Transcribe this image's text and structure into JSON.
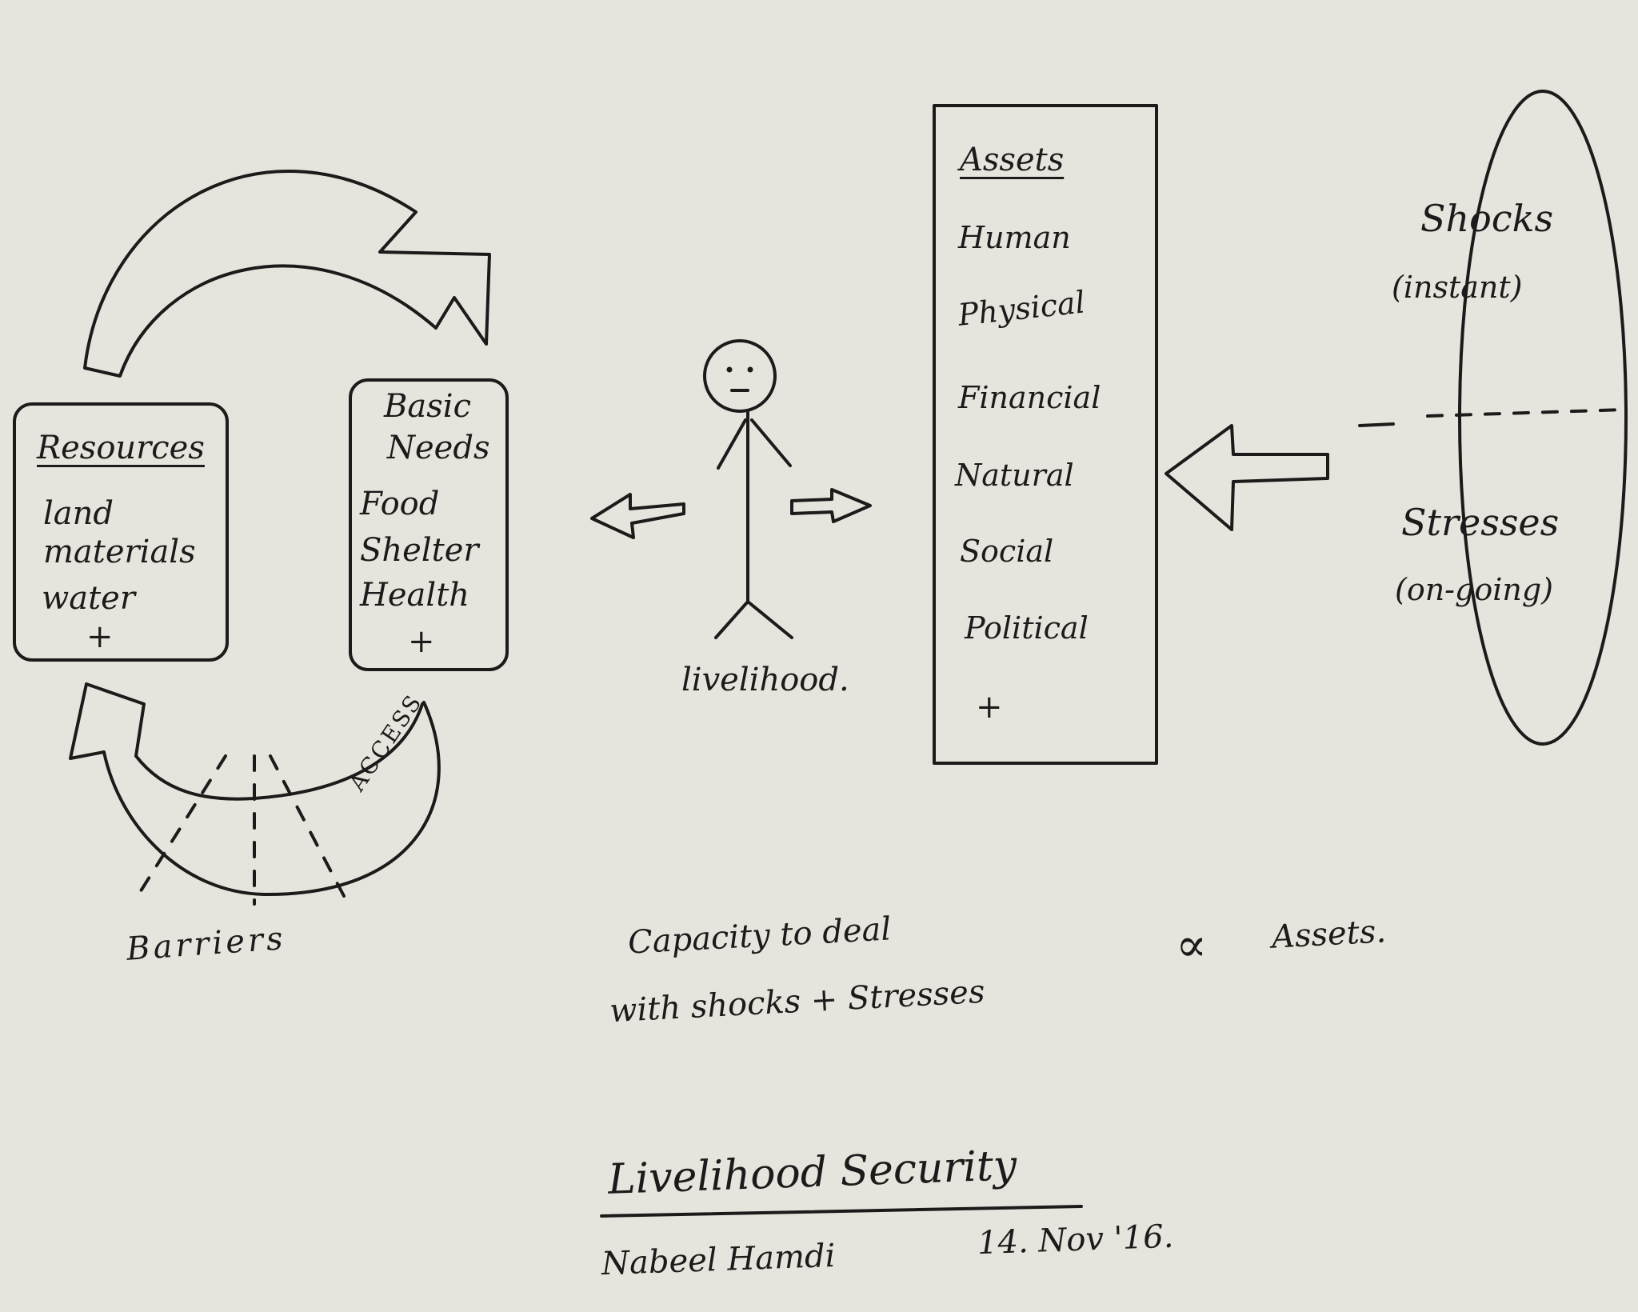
{
  "cycle": {
    "resources": {
      "title": "Resources",
      "items": [
        "land",
        "materials",
        "water"
      ],
      "plus": "+"
    },
    "basic_needs": {
      "title_line1": "Basic",
      "title_line2": "Needs",
      "items": [
        "Food",
        "Shelter",
        "Health"
      ],
      "plus": "+"
    },
    "access_label": "ACCESS",
    "barriers_label": "Barriers"
  },
  "person": {
    "label": "livelihood."
  },
  "assets": {
    "title": "Assets",
    "items": [
      "Human",
      "Physical",
      "Financial",
      "Natural",
      "Social",
      "Political"
    ],
    "plus": "+"
  },
  "pressures": {
    "shocks": "Shocks",
    "shocks_note": "(instant)",
    "stresses": "Stresses",
    "stresses_note": "(on-going)"
  },
  "relation": {
    "line1": "Capacity  to deal",
    "line2": "with shocks + Stresses",
    "symbol": "∝",
    "rhs": "Assets."
  },
  "footer": {
    "title": "Livelihood Security",
    "author": "Nabeel Hamdi",
    "date": "14. Nov '16."
  }
}
